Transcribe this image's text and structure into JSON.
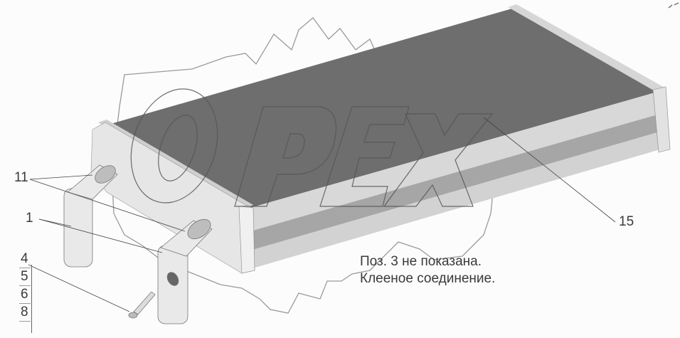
{
  "diagram": {
    "type": "parts-exploded-view",
    "subject": "heater radiator assembly with pipes",
    "watermark": "OPEX",
    "colors": {
      "background": "#fbfcfb",
      "core": "#6e6e6e",
      "frame_light": "#d9dad9",
      "frame_mid": "#a8a8a8",
      "leader_line": "#444444",
      "watermark_outline": "#8a8a8a"
    },
    "callouts": [
      {
        "id": "c11",
        "label": "11"
      },
      {
        "id": "c1",
        "label": "1"
      },
      {
        "id": "c15",
        "label": "15"
      }
    ],
    "stacked_callouts": [
      "4",
      "5",
      "6",
      "8"
    ],
    "notes": [
      "Поз. 3 не показана.",
      "Клееное соединение."
    ]
  }
}
